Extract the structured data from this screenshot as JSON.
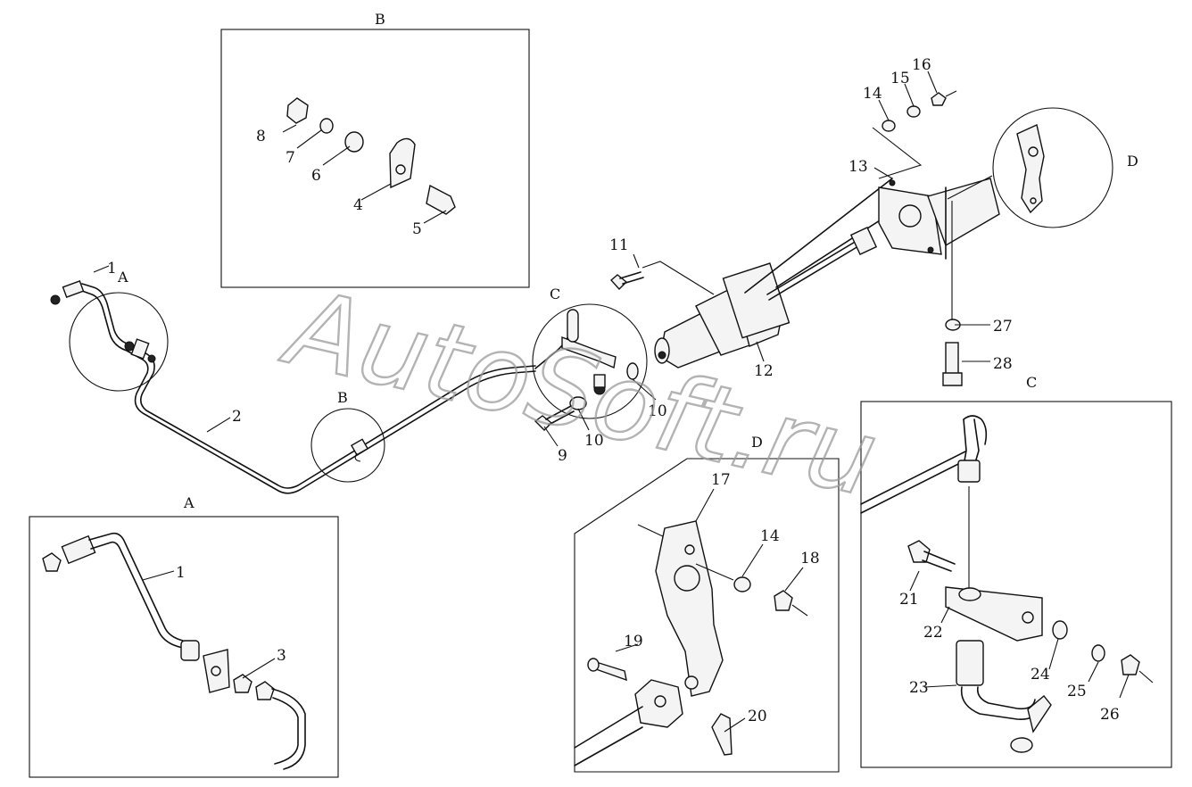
{
  "watermark": "AutoSoft.ru",
  "detail_labels": {
    "A_main": "A",
    "A_inset": "A",
    "B_main": "B",
    "B_inset": "B",
    "C_main": "C",
    "C_inset": "C",
    "D_main": "D",
    "D_inset": "D"
  },
  "part_numbers": {
    "p1_main": "1",
    "p1_inset": "1",
    "p2": "2",
    "p3": "3",
    "p4": "4",
    "p5": "5",
    "p6": "6",
    "p7": "7",
    "p8": "8",
    "p9": "9",
    "p10a": "10",
    "p10b": "10",
    "p11": "11",
    "p12": "12",
    "p13": "13",
    "p14a": "14",
    "p14b": "14",
    "p15": "15",
    "p16": "16",
    "p17": "17",
    "p18": "18",
    "p19": "19",
    "p20": "20",
    "p21": "21",
    "p22": "22",
    "p23": "23",
    "p24": "24",
    "p25": "25",
    "p26": "26",
    "p27": "27",
    "p28": "28"
  }
}
